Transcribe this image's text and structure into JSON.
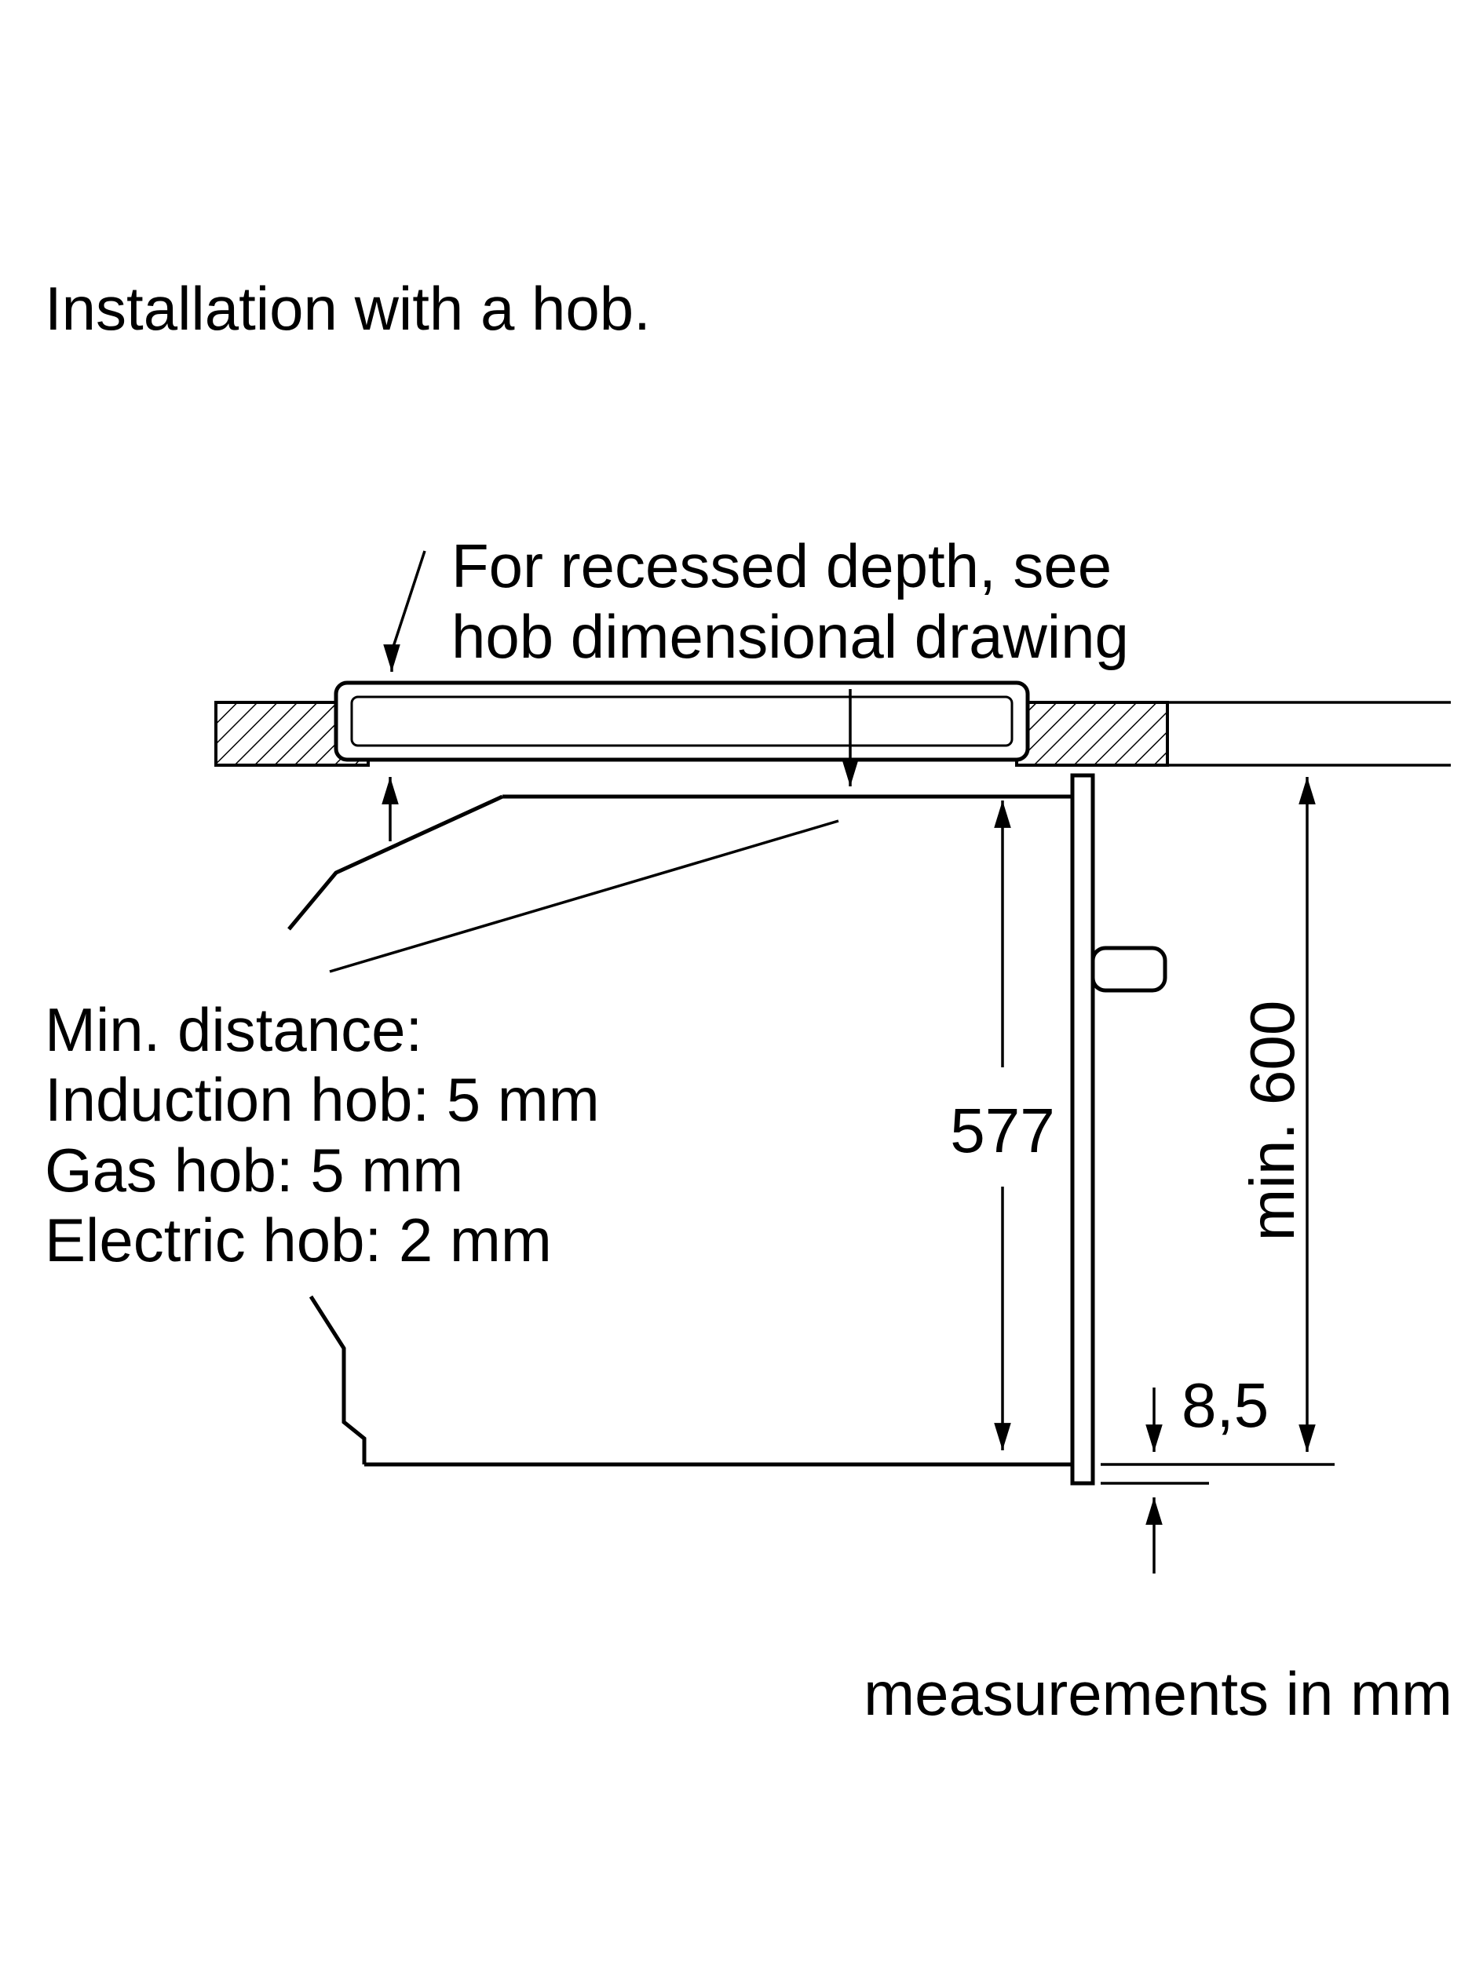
{
  "page": {
    "title": "Installation with a hob.",
    "footer": "measurements in mm",
    "background": "#ffffff",
    "line_color": "#000000"
  },
  "callouts": {
    "recessed_depth": {
      "line1": "For recessed depth, see",
      "line2": "hob dimensional drawing"
    },
    "min_distance": {
      "heading": "Min. distance:",
      "items": [
        "Induction hob: 5 mm",
        "Gas hob: 5 mm",
        "Electric hob: 2 mm"
      ]
    }
  },
  "dimensions": {
    "oven_height_mm": "577",
    "min_niche_height": "min. 600",
    "door_offset_mm": "8,5"
  }
}
